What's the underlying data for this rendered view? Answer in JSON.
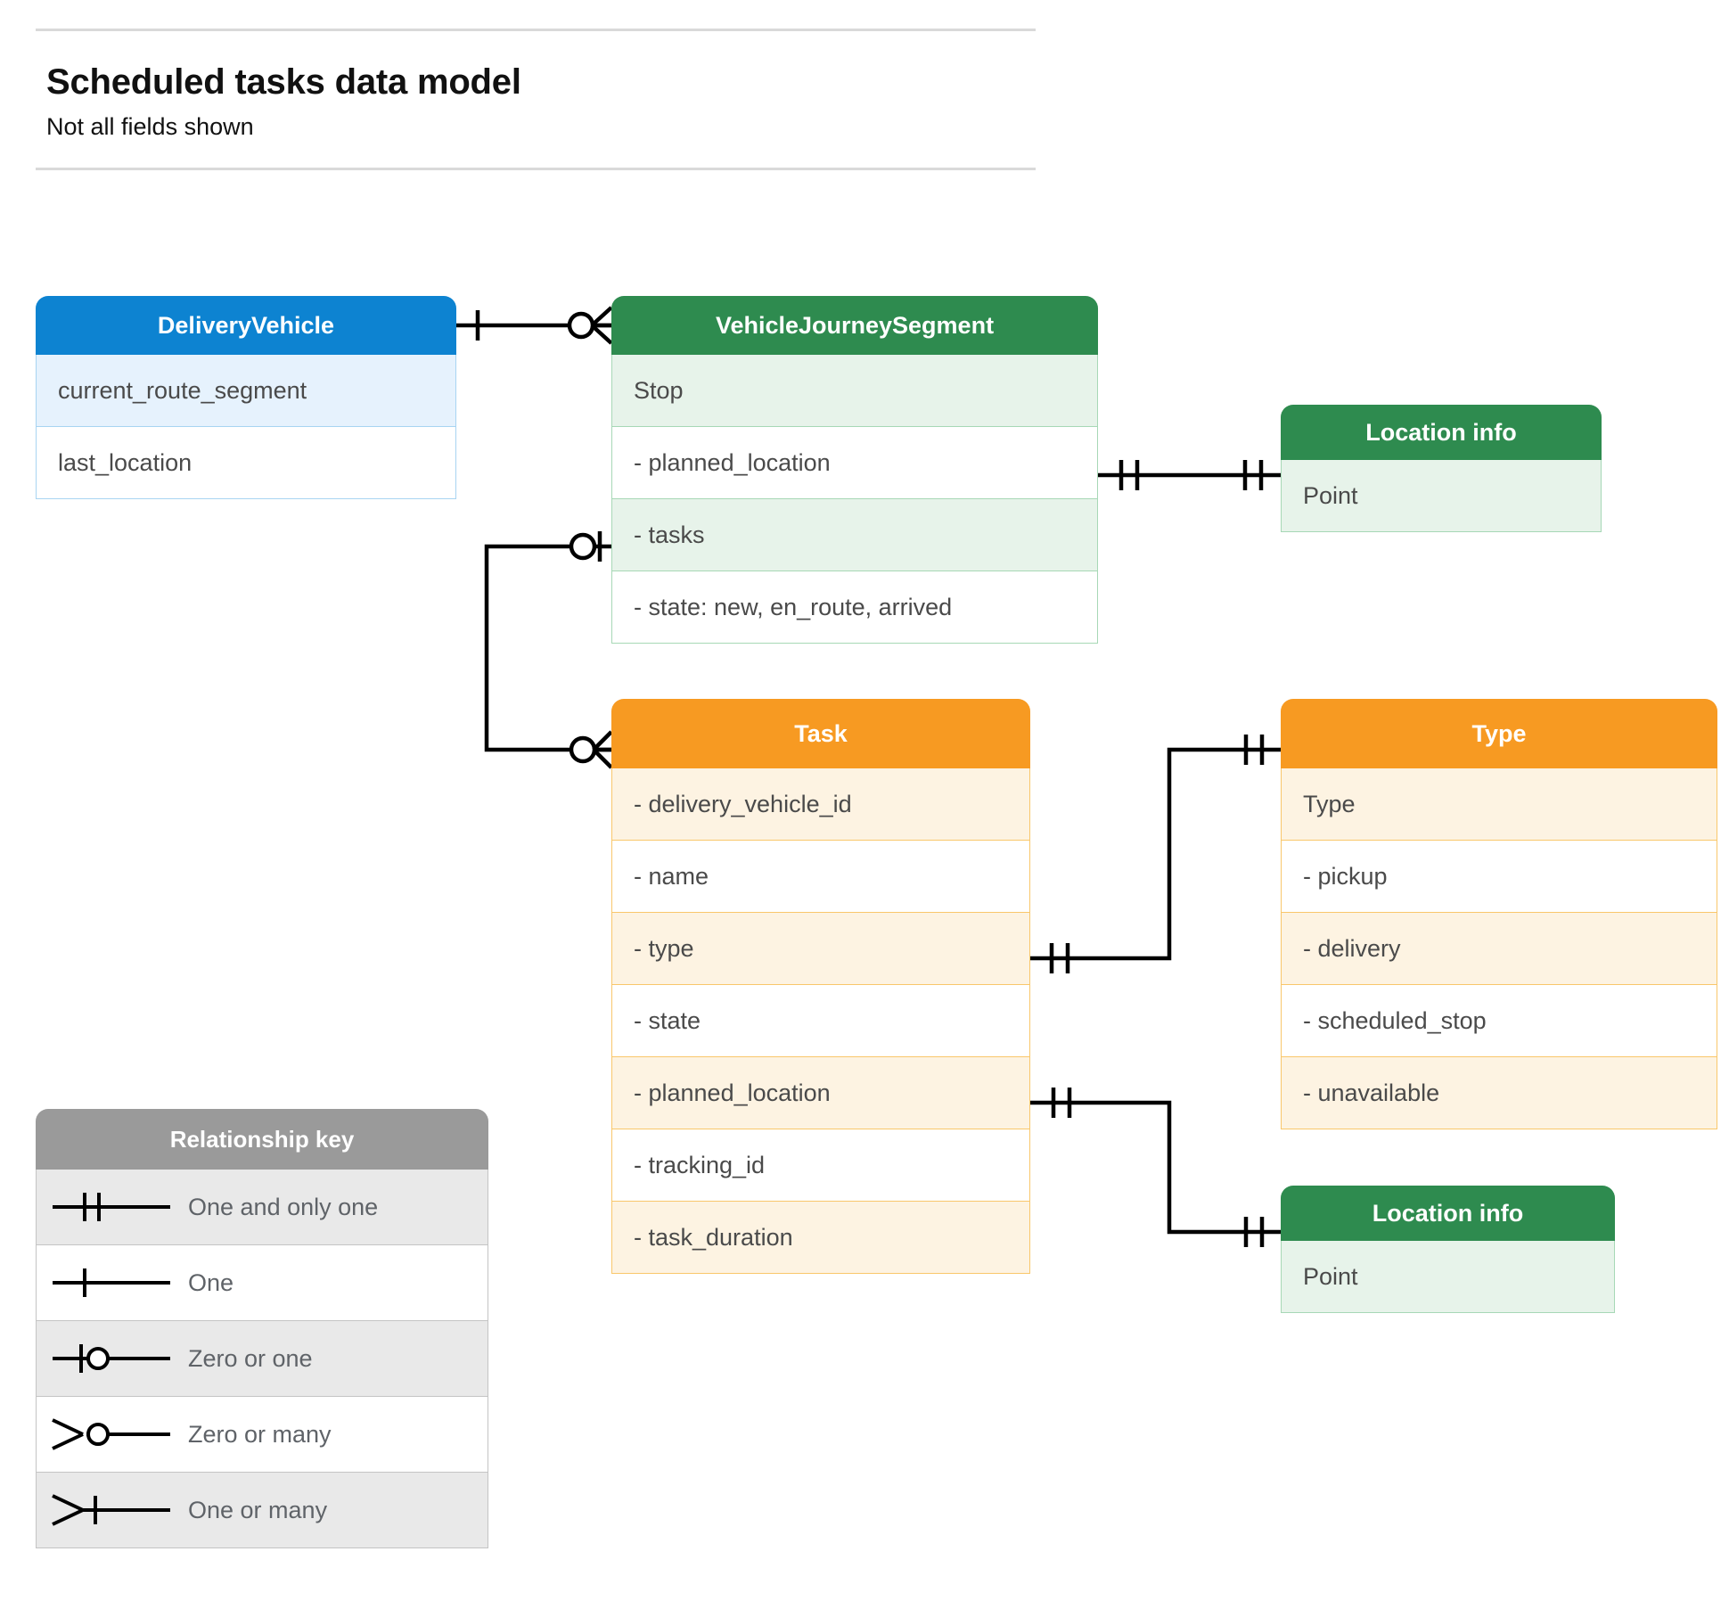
{
  "header": {
    "title": "Scheduled tasks data model",
    "subtitle": "Not all fields shown"
  },
  "colors": {
    "blue_header": "#0d83d1",
    "blue_row_alt": "#e6f2fd",
    "blue_border": "#a8d4f2",
    "green_header": "#2e8b4f",
    "green_row_alt": "#e7f3ea",
    "green_border": "#a7d8b6",
    "orange_header": "#f79a22",
    "orange_row_alt": "#fdf3e2",
    "orange_border": "#f9c76b",
    "gray_header": "#9a9a9a",
    "gray_row_alt": "#e9e9e9",
    "line": "#000000",
    "text": "#4a4a4a"
  },
  "entities": {
    "delivery_vehicle": {
      "title": "DeliveryVehicle",
      "rows": [
        "current_route_segment",
        "last_location"
      ]
    },
    "vehicle_journey_segment": {
      "title": "VehicleJourneySegment",
      "rows": [
        "Stop",
        "-  planned_location",
        "- tasks",
        "- state: new, en_route, arrived"
      ]
    },
    "location_info_1": {
      "title": "Location info",
      "rows": [
        "Point"
      ]
    },
    "task": {
      "title": "Task",
      "rows": [
        "- delivery_vehicle_id",
        "- name",
        "- type",
        "- state",
        "- planned_location",
        "- tracking_id",
        "- task_duration"
      ]
    },
    "type": {
      "title": "Type",
      "rows": [
        "Type",
        "-   pickup",
        "-   delivery",
        "-   scheduled_stop",
        "-   unavailable"
      ]
    },
    "location_info_2": {
      "title": "Location info",
      "rows": [
        "Point"
      ]
    }
  },
  "legend": {
    "title": "Relationship key",
    "items": [
      {
        "label": "One and only one",
        "symbol": "one-and-only-one"
      },
      {
        "label": "One",
        "symbol": "one"
      },
      {
        "label": "Zero or one",
        "symbol": "zero-or-one"
      },
      {
        "label": "Zero or many",
        "symbol": "zero-or-many"
      },
      {
        "label": "One or many",
        "symbol": "one-or-many"
      }
    ]
  },
  "relationships": [
    {
      "from": "DeliveryVehicle",
      "to": "VehicleJourneySegment",
      "from_cardinality": "one",
      "to_cardinality": "zero-or-many"
    },
    {
      "from": "VehicleJourneySegment.planned_location",
      "to": "Location info (Point)",
      "from_cardinality": "one-and-only-one",
      "to_cardinality": "one-and-only-one"
    },
    {
      "from": "VehicleJourneySegment.tasks",
      "to": "Task",
      "from_cardinality": "zero-or-one",
      "to_cardinality": "zero-or-many"
    },
    {
      "from": "Task.type",
      "to": "Type",
      "from_cardinality": "one-and-only-one",
      "to_cardinality": "one-and-only-one"
    },
    {
      "from": "Task.planned_location",
      "to": "Location info (Point)",
      "from_cardinality": "one-and-only-one",
      "to_cardinality": "one-and-only-one"
    }
  ]
}
